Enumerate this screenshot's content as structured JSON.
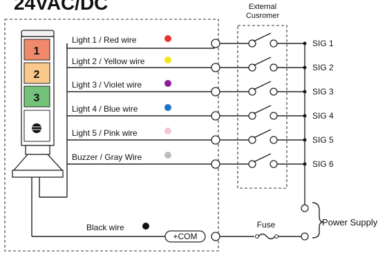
{
  "title": "24VAC/DC",
  "external_box": {
    "label_line1": "External",
    "label_line2": "Cusromer"
  },
  "wires": [
    {
      "label": "Light 1 / Red wire",
      "color": "#e8362a",
      "signal": "SIG 1"
    },
    {
      "label": "Light 2 / Yellow wire",
      "color": "#f4e61c",
      "signal": "SIG 2"
    },
    {
      "label": "Light 3 / Violet wire",
      "color": "#8e1d9a",
      "signal": "SIG 3"
    },
    {
      "label": "Light 4 / Blue wire",
      "color": "#1c74c8",
      "signal": "SIG 4"
    },
    {
      "label": "Light 5 / Pink wire",
      "color": "#f6c6dc",
      "signal": "SIG 5"
    },
    {
      "label": "Buzzer / Gray Wire",
      "color": "#bdbdc0",
      "signal": "SIG 6"
    }
  ],
  "tower": {
    "segments": [
      {
        "number": "1",
        "color": "#f08a6a"
      },
      {
        "number": "2",
        "color": "#f8c98a"
      },
      {
        "number": "3",
        "color": "#74c27a"
      }
    ]
  },
  "common": {
    "wire_label": "Black wire",
    "wire_color": "#111111",
    "terminal_label": "+COM"
  },
  "fuse_label": "Fuse",
  "power_supply_label": "Power Supply"
}
